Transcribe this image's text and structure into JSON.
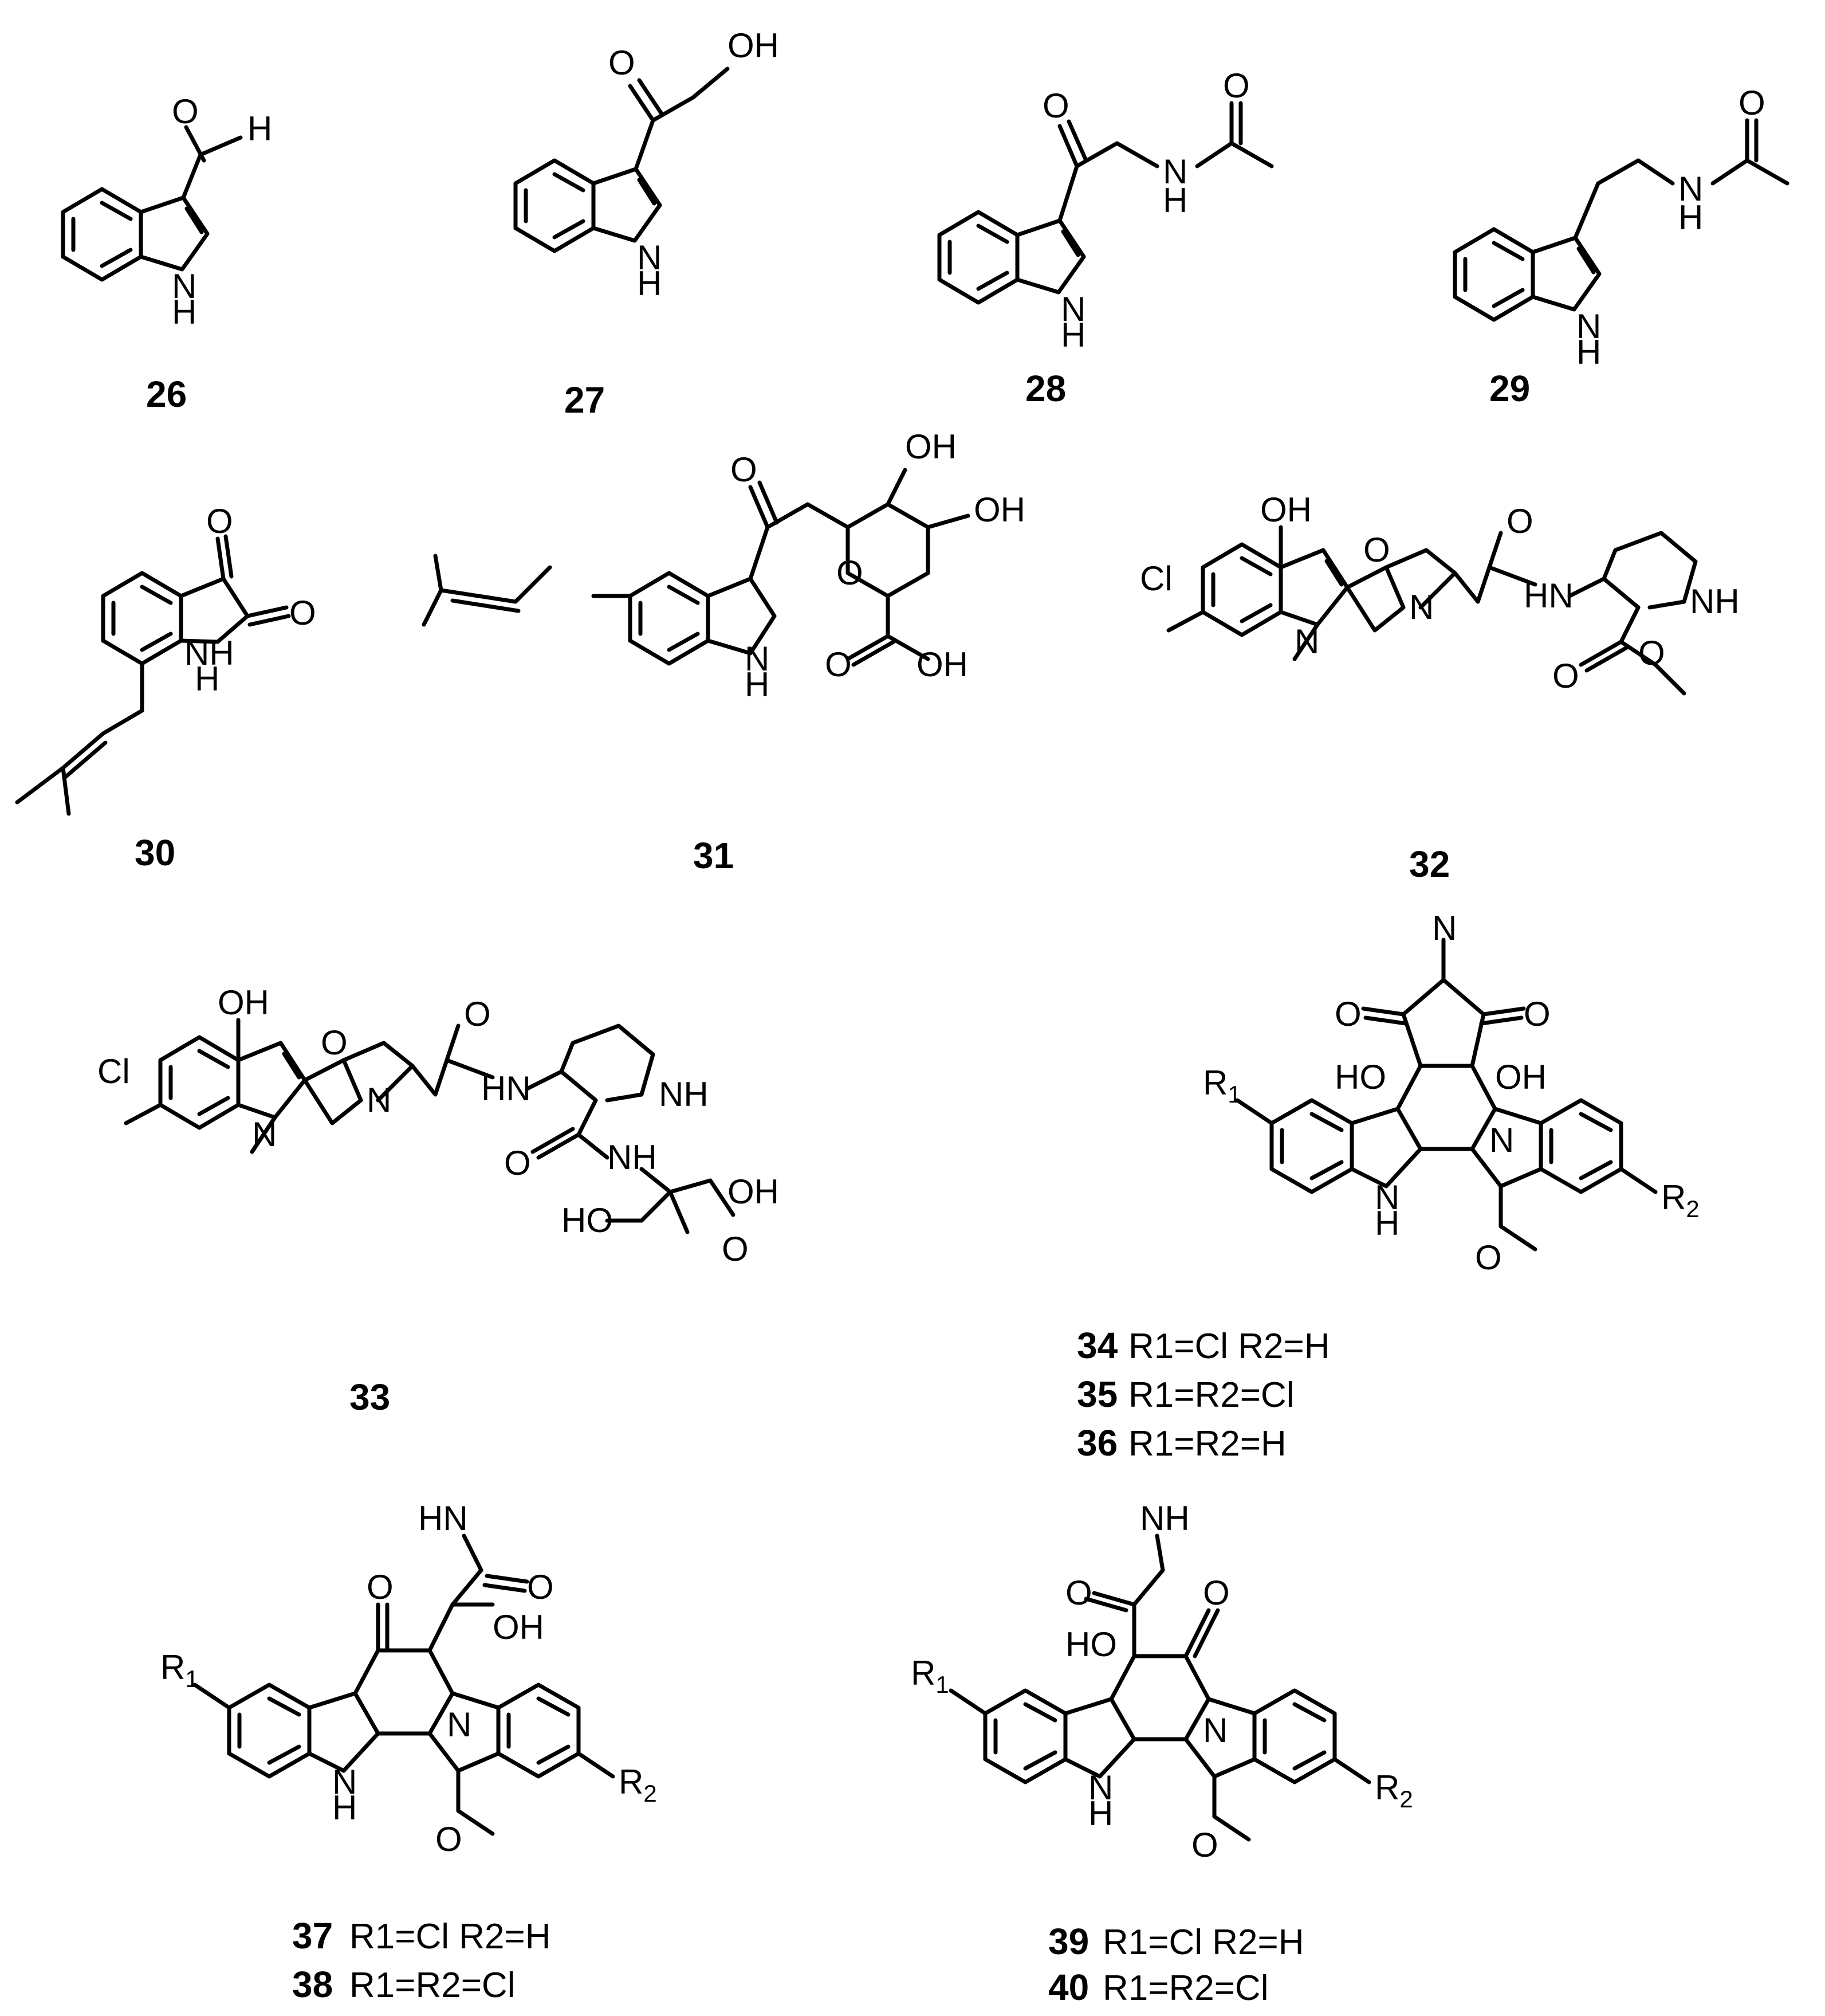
{
  "labels": {
    "c26": "26",
    "c27": "27",
    "c28": "28",
    "c29": "29",
    "c30": "30",
    "c31": "31",
    "c32": "32",
    "c33": "33",
    "c34": "34",
    "c35": "35",
    "c36": "36",
    "c37": "37",
    "c38": "38",
    "c39": "39",
    "c40": "40"
  },
  "captions": {
    "c34": "R1=Cl R2=H",
    "c35": "R1=R2=Cl",
    "c36": "R1=R2=H",
    "c37": "R1=Cl R2=H",
    "c38": "R1=R2=Cl",
    "c39": "R1=Cl R2=H",
    "c40": "R1=R2=Cl"
  },
  "atoms": {
    "O": "O",
    "OH": "OH",
    "H": "H",
    "N": "N",
    "NH": "NH",
    "HN": "HN",
    "HO": "HO",
    "Cl": "Cl",
    "R": "R",
    "one": "1",
    "two": "2"
  },
  "colors": {
    "ink": "#000000",
    "background": "#ffffff"
  }
}
